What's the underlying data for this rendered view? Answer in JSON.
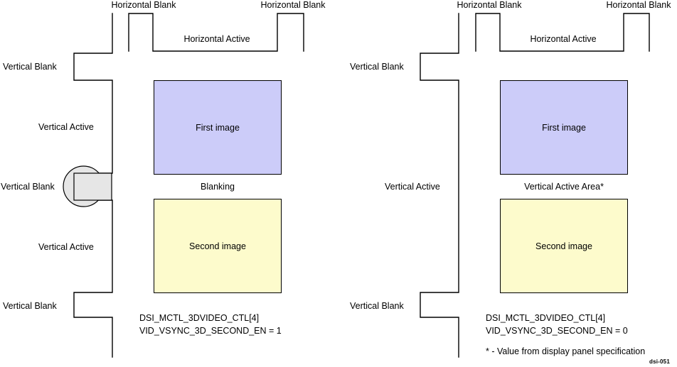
{
  "figure": {
    "footer_id": "dsi-051",
    "colors": {
      "first_image_fill": "#ccccf9",
      "second_image_fill": "#fdfbcc",
      "highlight_fill": "#e6e6e6",
      "line": "#000000",
      "background": "#ffffff"
    }
  },
  "left_panel": {
    "horizontal_labels": {
      "blank_left": "Horizontal Blank",
      "active": "Horizontal Active",
      "blank_right": "Horizontal Blank"
    },
    "vertical_labels": {
      "blank_top": "Vertical Blank",
      "active_top": "Vertical Active",
      "blank_middle": "Vertical Blank",
      "active_bottom": "Vertical Active",
      "blank_bottom": "Vertical Blank"
    },
    "first_image_label": "First image",
    "between_images_label": "Blanking",
    "second_image_label": "Second image",
    "note_line1": "DSI_MCTL_3DVIDEO_CTL[4]",
    "note_line2": "VID_VSYNC_3D_SECOND_EN = 1"
  },
  "right_panel": {
    "horizontal_labels": {
      "blank_left": "Horizontal Blank",
      "active": "Horizontal Active",
      "blank_right": "Horizontal Blank"
    },
    "vertical_labels": {
      "blank_top": "Vertical Blank",
      "active_middle": "Vertical Active",
      "blank_bottom": "Vertical Blank"
    },
    "first_image_label": "First image",
    "between_images_label": "Vertical Active Area*",
    "second_image_label": "Second image",
    "note_line1": "DSI_MCTL_3DVIDEO_CTL[4]",
    "note_line2": "VID_VSYNC_3D_SECOND_EN = 0",
    "footnote": "* - Value from display panel specification"
  }
}
